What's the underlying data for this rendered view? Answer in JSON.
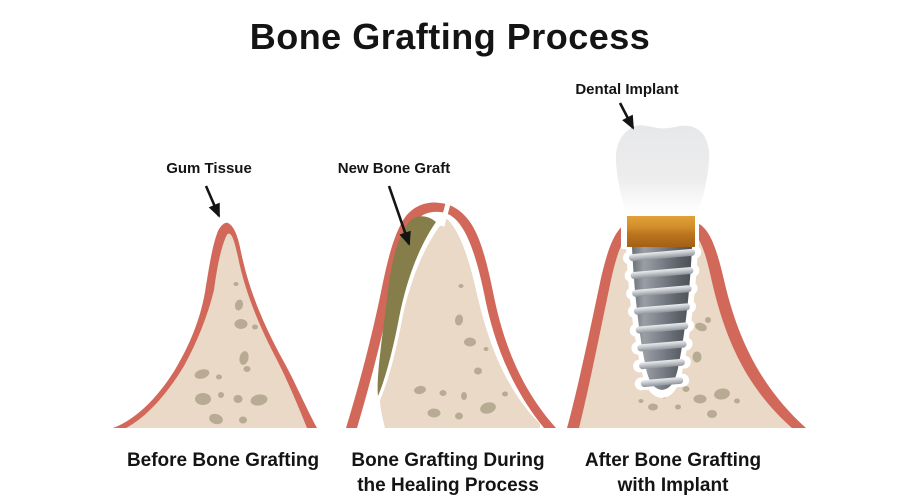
{
  "title": "Bone Grafting Process",
  "panels": [
    {
      "callout": "Gum Tissue",
      "caption_lines": [
        "Before Bone Grafting",
        ""
      ]
    },
    {
      "callout": "New Bone Graft",
      "caption_lines": [
        "Bone Grafting During",
        "the Healing Process"
      ]
    },
    {
      "callout": "Dental Implant",
      "caption_lines": [
        "After Bone Grafting",
        "with Implant"
      ]
    }
  ],
  "palette": {
    "gum_red": "#d2685a",
    "bone_beige": "#e9d9c6",
    "bone_spot": "#b8ab93",
    "graft_olive": "#857e4b",
    "crown_white": "#ededee",
    "abutment_orange": "#d18c2a",
    "screw_gray": "#6b6f76",
    "thread_silver": "#c3c7cc",
    "outline_white": "#ffffff",
    "text": "#141414",
    "background": "#ffffff"
  }
}
